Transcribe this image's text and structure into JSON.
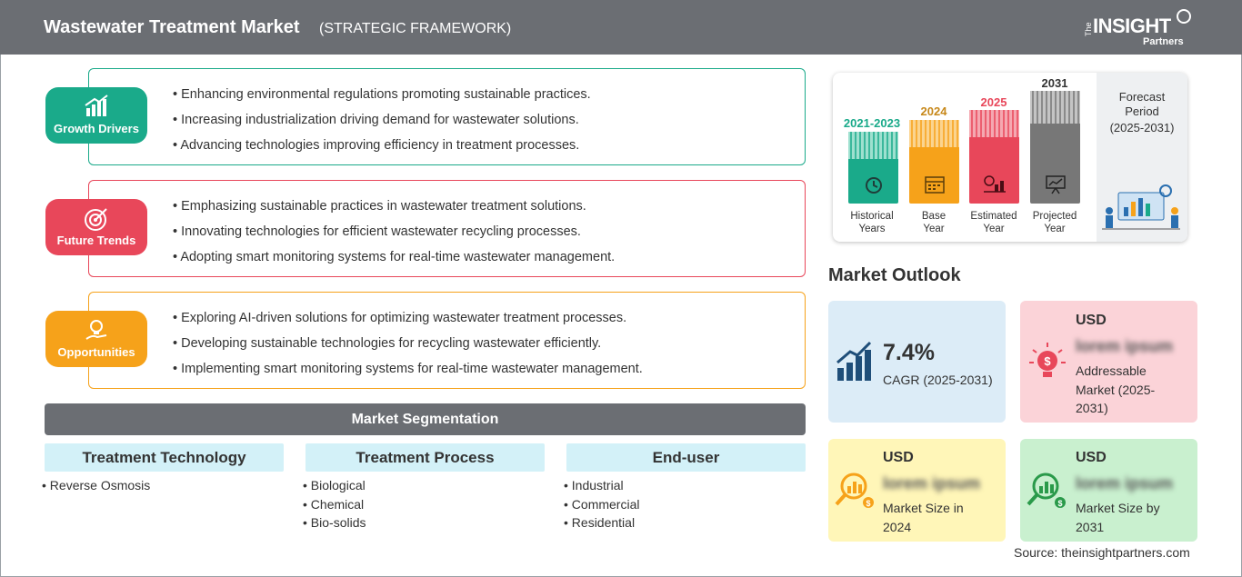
{
  "header": {
    "title": "Wastewater Treatment Market",
    "subtitle": "(STRATEGIC FRAMEWORK)",
    "logo": {
      "the": "The",
      "insight": "INSIGHT",
      "partners": "Partners"
    }
  },
  "framework": {
    "growth_drivers": {
      "label": "Growth Drivers",
      "color": "#1aaa8a",
      "items": [
        "Enhancing environmental regulations promoting sustainable practices.",
        "Increasing industrialization driving demand for wastewater solutions.",
        "Advancing technologies improving efficiency in treatment processes."
      ]
    },
    "future_trends": {
      "label": "Future Trends",
      "color": "#e8475a",
      "items": [
        "Emphasizing sustainable practices in wastewater treatment solutions.",
        "Innovating technologies for efficient wastewater recycling processes.",
        "Adopting smart monitoring systems for real-time wastewater management."
      ]
    },
    "opportunities": {
      "label": "Opportunities",
      "color": "#f6a21a",
      "items": [
        "Exploring AI-driven solutions for optimizing wastewater treatment processes.",
        "Developing sustainable technologies for recycling wastewater efficiently.",
        "Implementing smart monitoring systems for real-time wastewater management."
      ]
    }
  },
  "segmentation": {
    "title": "Market Segmentation",
    "columns": [
      {
        "heading": "Treatment Technology",
        "items": [
          "Reverse Osmosis"
        ]
      },
      {
        "heading": "Treatment Process",
        "items": [
          "Biological",
          "Chemical",
          "Bio-solids"
        ]
      },
      {
        "heading": "End-user",
        "items": [
          "Industrial",
          "Commercial",
          "Residential"
        ]
      }
    ]
  },
  "timeline": {
    "periods": [
      {
        "year": "2021-2023",
        "caption1": "Historical",
        "caption2": "Years",
        "color": "#1aaa8a"
      },
      {
        "year": "2024",
        "caption1": "Base",
        "caption2": "Year",
        "color": "#f6a21a"
      },
      {
        "year": "2025",
        "caption1": "Estimated",
        "caption2": "Year",
        "color": "#e8475a"
      },
      {
        "year": "2031",
        "caption1": "Projected",
        "caption2": "Year",
        "color": "#777777"
      }
    ],
    "forecast_label1": "Forecast",
    "forecast_label2": "Period",
    "forecast_range": "(2025-2031)"
  },
  "outlook": {
    "title": "Market Outlook",
    "cagr": {
      "value": "7.4%",
      "label": "CAGR (2025-2031)",
      "color": "#dcecf7"
    },
    "addressable": {
      "currency": "USD",
      "value": "lorem ipsum",
      "label1": "Addressable",
      "label2": "Market (2025-",
      "label3": "2031)",
      "color": "#fbd3d8"
    },
    "size_2024": {
      "currency": "USD",
      "value": "lorem ipsum",
      "label1": "Market Size in",
      "label2": "2024",
      "color": "#fff6b8"
    },
    "size_2031": {
      "currency": "USD",
      "value": "lorem ipsum",
      "label1": "Market Size by",
      "label2": "2031",
      "color": "#c9f0cf"
    }
  },
  "source": "Source: theinsightpartners.com"
}
